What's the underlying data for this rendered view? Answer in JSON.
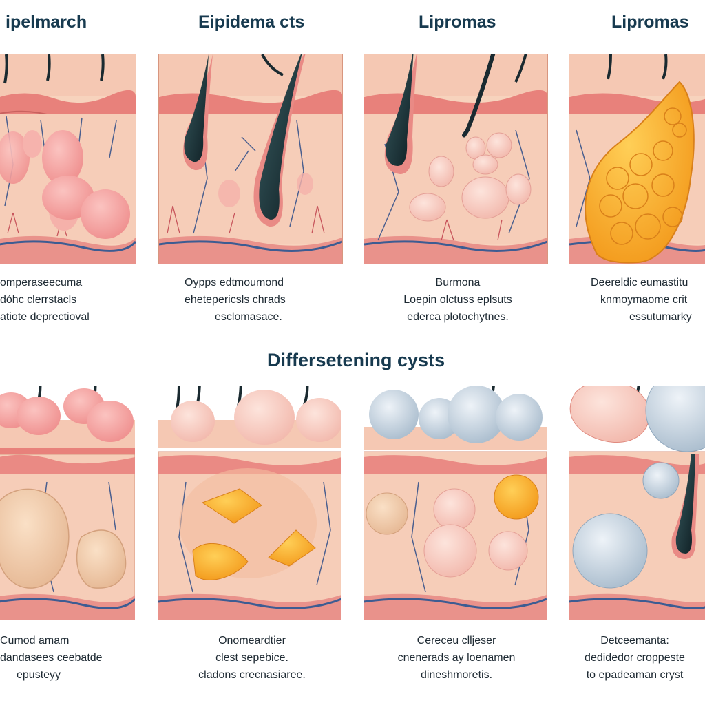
{
  "titles": {
    "panel1": "ipelmarch",
    "panel2": "Eipidema cts",
    "panel3": "Lipromas",
    "panel4": "Lipromas",
    "section": "Differsetening cysts"
  },
  "captions": {
    "panel1": [
      "omperaseecuma",
      "dóhc clerrstacls",
      "atiote deprectioval"
    ],
    "panel2": [
      "Oypps edtmoumond",
      "ehetepericsls chrads",
      "esclomasace."
    ],
    "panel3": [
      "Burmona",
      "Loepin olctuss eplsuts",
      "ederca plotochytnes."
    ],
    "panel4": [
      "Deereldic eumastitu",
      "knmoymaome crit",
      "essutumarky"
    ],
    "panel5": [
      "Cumod amam",
      "dandasees ceebatde",
      "epusteyy"
    ],
    "panel6": [
      "Onomeardtier",
      "clest sepebice.",
      "cladons crecnasiaree."
    ],
    "panel7": [
      "Cereceu clljeser",
      "cnenerads ay loenamen",
      "dineshmoretis."
    ],
    "panel8": [
      "Detceemanta:",
      "dedidedor croppeste",
      "to epadeaman cryst"
    ]
  }
}
